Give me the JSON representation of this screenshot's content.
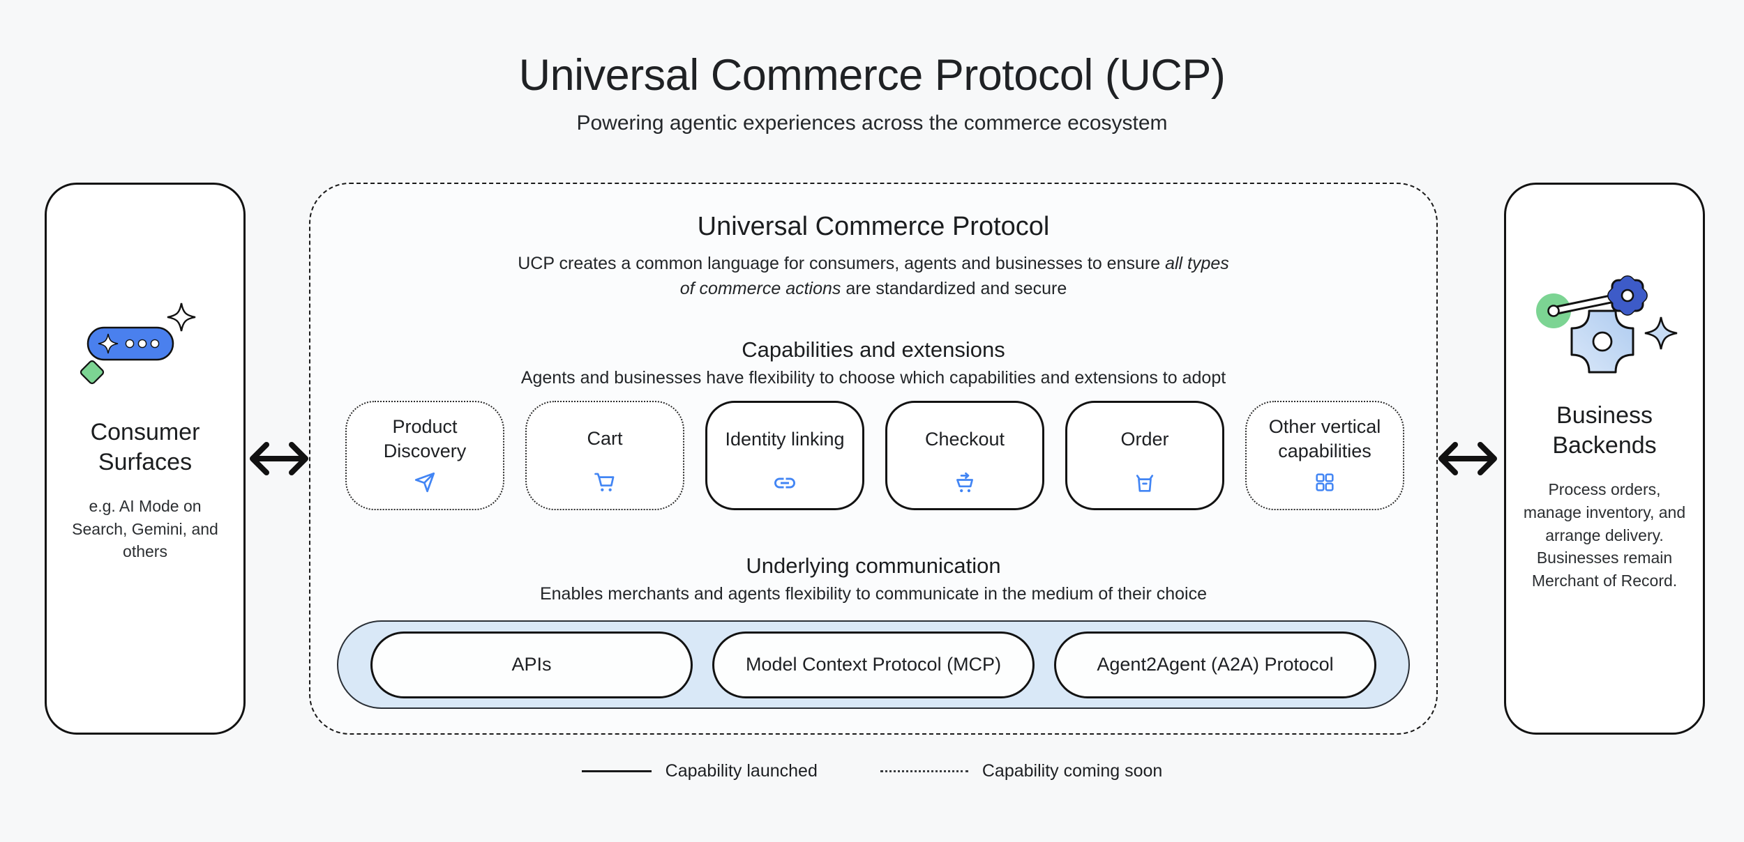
{
  "header": {
    "title": "Universal Commerce Protocol (UCP)",
    "subtitle": "Powering agentic experiences across the commerce ecosystem"
  },
  "consumer_panel": {
    "title": "Consumer Surfaces",
    "description": "e.g. AI Mode on Search, Gemini, and others",
    "icon": "ai-chat-pill-icon"
  },
  "business_panel": {
    "title": "Business Backends",
    "description": "Process orders, manage inventory, and arrange delivery. Businesses remain Merchant of Record.",
    "icon": "gears-automation-icon"
  },
  "ucp_container": {
    "title": "Universal Commerce Protocol",
    "description": {
      "prefix": "UCP creates a common language for consumers, agents and businesses to ensure ",
      "italic": "all types of commerce actions",
      "suffix": " are standardized and secure"
    },
    "capabilities": {
      "heading": "Capabilities and extensions",
      "subheading": "Agents and businesses have flexibility to choose which capabilities and extensions to adopt",
      "items": [
        {
          "label": "Product Discovery",
          "icon": "send-icon",
          "status": "coming-soon"
        },
        {
          "label": "Cart",
          "icon": "cart-icon",
          "status": "coming-soon"
        },
        {
          "label": "Identity linking",
          "icon": "link-icon",
          "status": "launched"
        },
        {
          "label": "Checkout",
          "icon": "cart-checkout-icon",
          "status": "launched"
        },
        {
          "label": "Order",
          "icon": "order-box-icon",
          "status": "launched"
        },
        {
          "label": "Other vertical capabilities",
          "icon": "grid-icon",
          "status": "coming-soon"
        }
      ]
    },
    "communication": {
      "heading": "Underlying communication",
      "subheading": "Enables merchants and agents flexibility to communicate in the medium of their choice",
      "protocols": [
        {
          "label": "APIs"
        },
        {
          "label": "Model Context Protocol (MCP)"
        },
        {
          "label": "Agent2Agent (A2A) Protocol"
        }
      ]
    }
  },
  "legend": {
    "launched": "Capability launched",
    "coming_soon": "Capability coming soon"
  },
  "colors": {
    "accent_blue": "#4285F4",
    "pill_blue": "#4A80EE",
    "dark_gear_blue": "#3D5BC8",
    "light_blue_fill": "#D9E8F7",
    "icon_light_blue": "#C7DCF5",
    "green": "#7CD493",
    "text_dark": "#202124",
    "background": "#F7F8F9",
    "line_dark": "#111111"
  }
}
